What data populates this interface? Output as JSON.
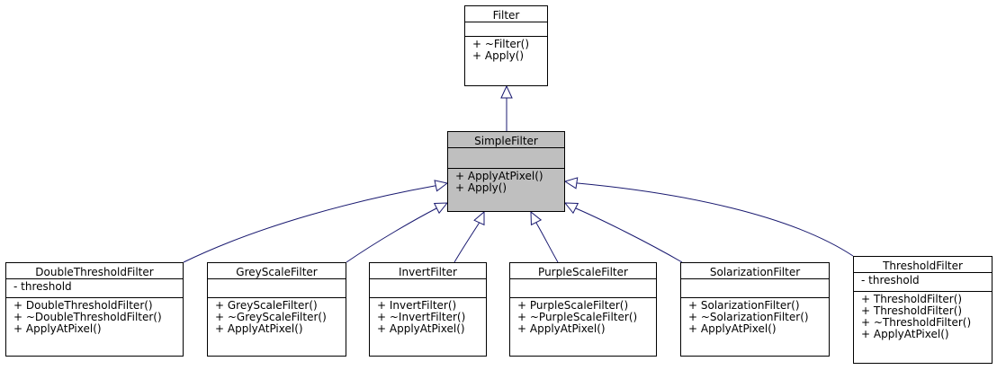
{
  "classes": {
    "filter": {
      "name": "Filter",
      "attributes": [],
      "methods": [
        "+ ~Filter()",
        "+ Apply()"
      ]
    },
    "simple": {
      "name": "SimpleFilter",
      "attributes": [],
      "methods": [
        "+ ApplyAtPixel()",
        "+ Apply()"
      ]
    },
    "double_threshold": {
      "name": "DoubleThresholdFilter",
      "attributes": [
        "- threshold"
      ],
      "methods": [
        "+ DoubleThresholdFilter()",
        "+ ~DoubleThresholdFilter()",
        "+ ApplyAtPixel()"
      ]
    },
    "grey_scale": {
      "name": "GreyScaleFilter",
      "attributes": [],
      "methods": [
        "+ GreyScaleFilter()",
        "+ ~GreyScaleFilter()",
        "+ ApplyAtPixel()"
      ]
    },
    "invert": {
      "name": "InvertFilter",
      "attributes": [],
      "methods": [
        "+ InvertFilter()",
        "+ ~InvertFilter()",
        "+ ApplyAtPixel()"
      ]
    },
    "purple_scale": {
      "name": "PurpleScaleFilter",
      "attributes": [],
      "methods": [
        "+ PurpleScaleFilter()",
        "+ ~PurpleScaleFilter()",
        "+ ApplyAtPixel()"
      ]
    },
    "solarization": {
      "name": "SolarizationFilter",
      "attributes": [],
      "methods": [
        "+ SolarizationFilter()",
        "+ ~SolarizationFilter()",
        "+ ApplyAtPixel()"
      ]
    },
    "threshold": {
      "name": "ThresholdFilter",
      "attributes": [
        "- threshold"
      ],
      "methods": [
        "+ ThresholdFilter()",
        "+ ThresholdFilter()",
        "+ ~ThresholdFilter()",
        "+ ApplyAtPixel()"
      ]
    }
  },
  "colors": {
    "edge": "#191970",
    "highlight": "#bfbfbf",
    "border": "#000000"
  }
}
